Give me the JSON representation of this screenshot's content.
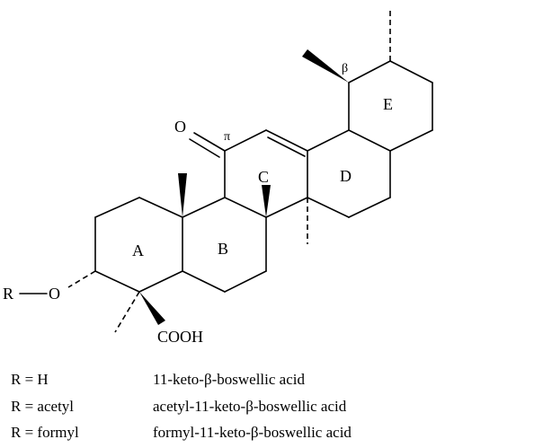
{
  "labels": {
    "oxygen": "O",
    "r_group": "R",
    "o_link": "O",
    "acid": "COOH",
    "pi": "π",
    "beta": "β",
    "rings": {
      "a": "A",
      "b": "B",
      "c": "C",
      "d": "D",
      "e": "E"
    }
  },
  "legend": [
    {
      "r": "R = H",
      "name": "11-keto-β-boswellic acid"
    },
    {
      "r": "R = acetyl",
      "name": "acetyl-11-keto-β-boswellic acid"
    },
    {
      "r": "R = formyl",
      "name": "formyl-11-keto-β-boswellic acid"
    }
  ]
}
